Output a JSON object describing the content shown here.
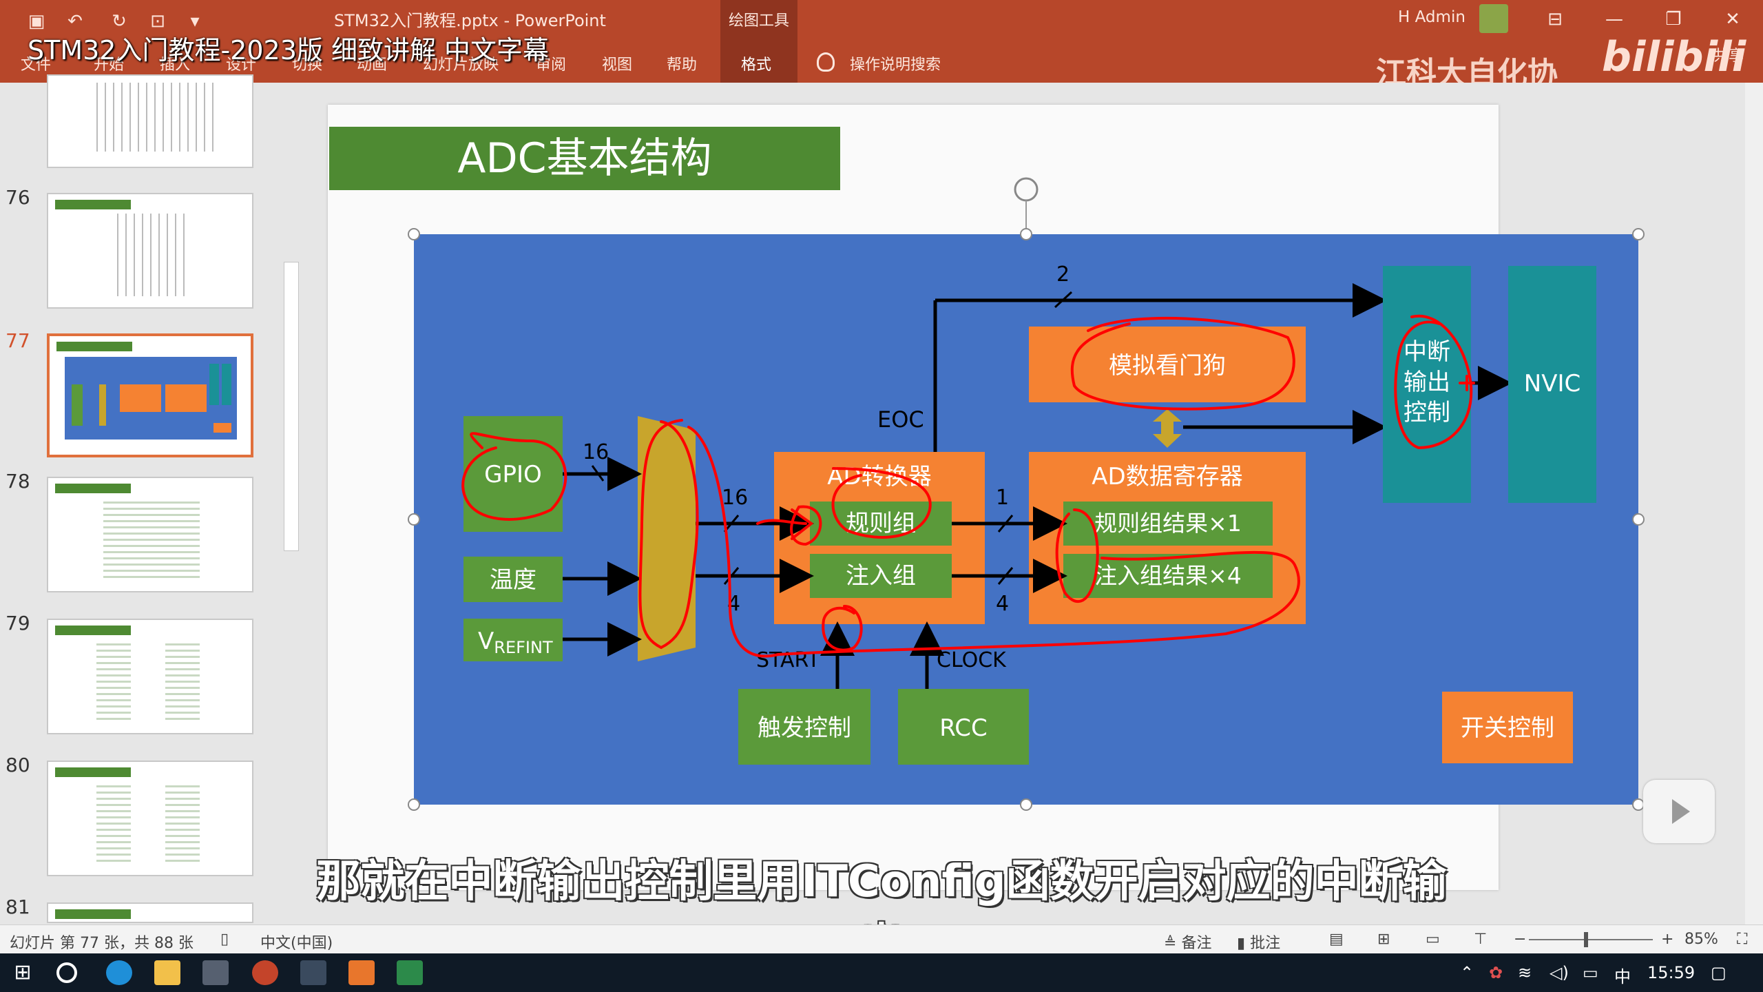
{
  "titlebar": {
    "doc_title": "STM32入门教程.pptx  -  PowerPoint",
    "overlay_title": "STM32入门教程-2023版 细致讲解 中文字幕",
    "context_group": "绘图工具",
    "context_tab": "格式",
    "tell_me": "操作说明搜索",
    "user": "H Admin",
    "share": "共享",
    "watermark": "江科大自化协",
    "watermark_logo": "bilibili",
    "tabs": [
      "文件",
      "开始",
      "插入",
      "设计",
      "切换",
      "动画",
      "幻灯片放映",
      "审阅",
      "视图",
      "帮助"
    ]
  },
  "thumbnails": [
    {
      "num": "",
      "title": ""
    },
    {
      "num": "76",
      "title": "ADC框图"
    },
    {
      "num": "77",
      "title": "ADC基本结构"
    },
    {
      "num": "78",
      "title": "输入通道"
    },
    {
      "num": "79",
      "title": "转换模式"
    },
    {
      "num": "80",
      "title": "转换模式"
    },
    {
      "num": "81",
      "title": "转换模式"
    }
  ],
  "slide": {
    "title": "ADC基本结构",
    "gpio": "GPIO",
    "temp": "温度",
    "vrefint_main": "V",
    "vrefint_sub": "REFINT",
    "ad_converter": "AD转换器",
    "regular_group": "规则组",
    "injected_group": "注入组",
    "ad_data_reg": "AD数据寄存器",
    "regular_result": "规则组结果×1",
    "injected_result": "注入组结果×4",
    "watchdog": "模拟看门狗",
    "interrupt": [
      "中断",
      "输出",
      "控制"
    ],
    "nvic": "NVIC",
    "trigger": "触发控制",
    "rcc": "RCC",
    "switch": "开关控制",
    "eoc": "EOC",
    "start": "START",
    "clock": "CLOCK",
    "n16a": "16",
    "n16b": "16",
    "n4a": "4",
    "n1": "1",
    "n4b": "4",
    "n2": "2"
  },
  "colors": {
    "ribbon": "#b7472a",
    "slide_bg_blue": "#4472c4",
    "green": "#5b9a3a",
    "orange": "#f58232",
    "teal": "#1a9197",
    "mux": "#c8a52c",
    "annotation": "#ff0000"
  },
  "subtitle": "那就在中断输出控制里用ITConfig函数开启对应的中断输出",
  "status": {
    "slide_info": "幻灯片 第 77 张，共 88 张",
    "language": "中文(中国)",
    "notes": "备注",
    "comments": "批注",
    "zoom": "85%"
  },
  "taskbar": {
    "time": "15:59",
    "ime": "中"
  }
}
